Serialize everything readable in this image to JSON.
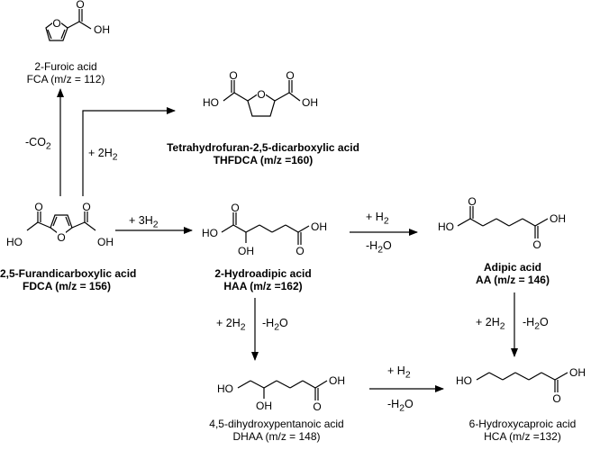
{
  "atoms": {
    "OH": "OH",
    "HO": "HO",
    "O": "O"
  },
  "compounds": {
    "fca": {
      "name": "2-Furoic acid",
      "abbr": "FCA (m/z = 112)"
    },
    "thfdca": {
      "name": "Tetrahydrofuran-2,5-dicarboxylic acid",
      "abbr": "THFDCA (m/z =160)"
    },
    "fdca": {
      "name": "2,5-Furandicarboxylic acid",
      "abbr": "FDCA (m/z = 156)"
    },
    "haa": {
      "name": "2-Hydroadipic acid",
      "abbr": "HAA (m/z =162)"
    },
    "aa": {
      "name": "Adipic acid",
      "abbr": "AA (m/z = 146)"
    },
    "dhaa": {
      "name": "4,5-dihydroxypentanoic acid",
      "abbr": "DHAA (m/z = 148)"
    },
    "hca": {
      "name": "6-Hydroxycaproic acid",
      "abbr": "HCA (m/z =132)"
    }
  },
  "reactions": {
    "fdca_to_fca": {
      "reagent_prefix": "-CO",
      "reagent_sub": "2"
    },
    "fdca_to_thfdca": {
      "reagent_prefix": "+ 2H",
      "reagent_sub": "2"
    },
    "fdca_to_haa": {
      "reagent_prefix": "+ 3H",
      "reagent_sub": "2"
    },
    "haa_to_aa": {
      "reagent_prefix": "+ H",
      "reagent_sub": "2",
      "byproduct_prefix": "-H",
      "byproduct_sub": "2",
      "byproduct_suffix": "O"
    },
    "haa_to_dhaa": {
      "reagent_prefix": "+ 2H",
      "reagent_sub": "2",
      "byproduct_prefix": "-H",
      "byproduct_sub": "2",
      "byproduct_suffix": "O"
    },
    "aa_to_hca": {
      "reagent_prefix": "+ 2H",
      "reagent_sub": "2",
      "byproduct_prefix": "-H",
      "byproduct_sub": "2",
      "byproduct_suffix": "O"
    },
    "dhaa_to_hca": {
      "reagent_prefix": "+ H",
      "reagent_sub": "2",
      "byproduct_prefix": "-H",
      "byproduct_sub": "2",
      "byproduct_suffix": "O"
    }
  }
}
